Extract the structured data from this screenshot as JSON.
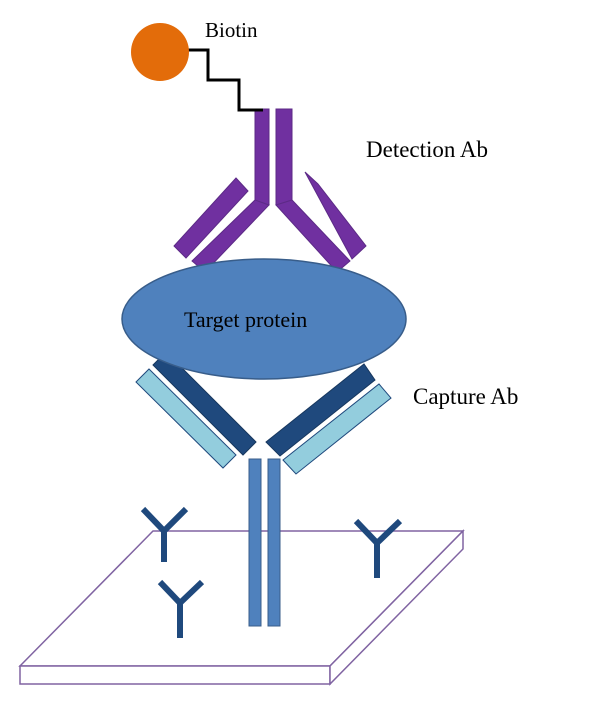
{
  "labels": {
    "biotin": "Biotin",
    "detection_ab": "Detection Ab",
    "target_protein": "Target protein",
    "capture_ab": "Capture Ab"
  },
  "colors": {
    "biotin": "#E36C0A",
    "linker": "#000000",
    "detection_ab": "#7030A0",
    "target_protein": "#4F81BD",
    "target_protein_stroke": "#385D8A",
    "capture_heavy": "#1F497D",
    "capture_light": "#93CDDD",
    "capture_stem": "#4F81BD",
    "surface_edge": "#8064A2",
    "surface_antibody": "#1F497D"
  }
}
